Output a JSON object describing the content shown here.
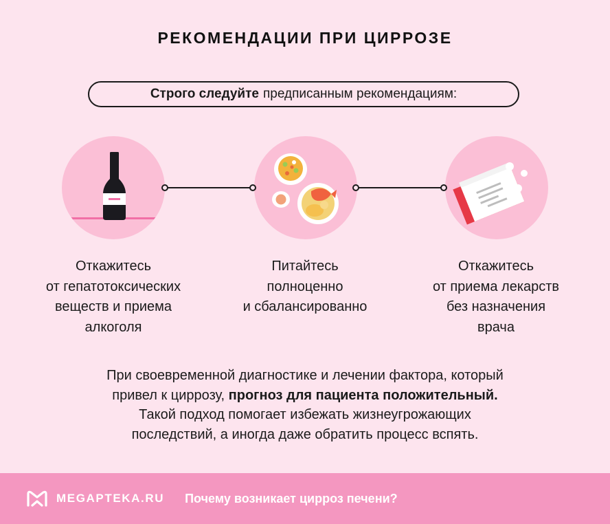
{
  "title": "РЕКОМЕНДАЦИИ ПРИ ЦИРРОЗЕ",
  "intro": {
    "bold": "Строго следуйте",
    "rest": "предписанным рекомендациям:"
  },
  "steps": [
    {
      "icon": "beer-bottle-icon",
      "lines": [
        "Откажитесь",
        "от гепатотоксических",
        "веществ и приема",
        "алкоголя"
      ]
    },
    {
      "icon": "food-plates-icon",
      "lines": [
        "Питайтесь",
        "полноценно",
        "и сбалансированно"
      ]
    },
    {
      "icon": "medicine-box-pills-icon",
      "lines": [
        "Откажитесь",
        "от приема лекарств",
        "без назначения",
        "врача"
      ]
    }
  ],
  "summary": {
    "line1": "При своевременной диагностике и лечении фактора, который",
    "line2_prefix": "привел к циррозу,",
    "line2_bold": "прогноз для пациента положительный.",
    "line3": "Такой подход помогает избежать жизнеугрожающих",
    "line4": "последствий, а иногда даже обратить процесс вспять."
  },
  "footer": {
    "brand": "MEGAPTEKA.RU",
    "link": "Почему возникает цирроз печени?"
  },
  "colors": {
    "background": "#fde4ee",
    "circle": "#fbbfd6",
    "footer": "#f497c0",
    "text": "#1a1a1a"
  }
}
